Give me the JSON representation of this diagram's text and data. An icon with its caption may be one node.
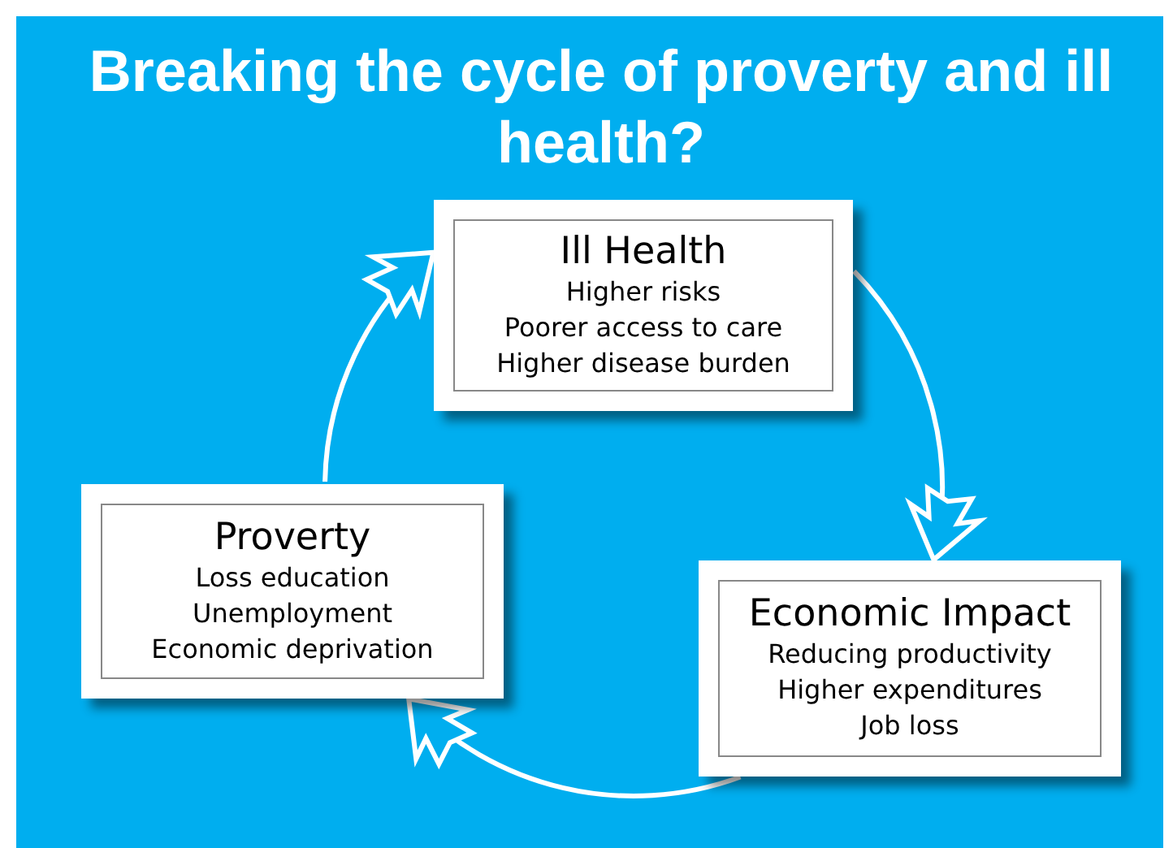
{
  "diagram": {
    "title": "Breaking the cycle of proverty and ill health?",
    "nodes": [
      {
        "text": [
          "Ill Health",
          "Higher risks",
          "Poorer access to care",
          "Higher disease burden"
        ]
      },
      {
        "text": [
          "Proverty",
          "Loss education",
          "Unemployment",
          "Economic deprivation"
        ]
      },
      {
        "text": [
          "Economic Impact",
          "Reducing productivity",
          "Higher expenditures",
          "Job loss"
        ]
      }
    ],
    "edges": [
      {
        "from": 1,
        "to": 0,
        "arrow": "to"
      },
      {
        "from": 0,
        "to": 2,
        "arrow": "to"
      },
      {
        "from": 2,
        "to": 1,
        "arrow": "to"
      }
    ]
  }
}
